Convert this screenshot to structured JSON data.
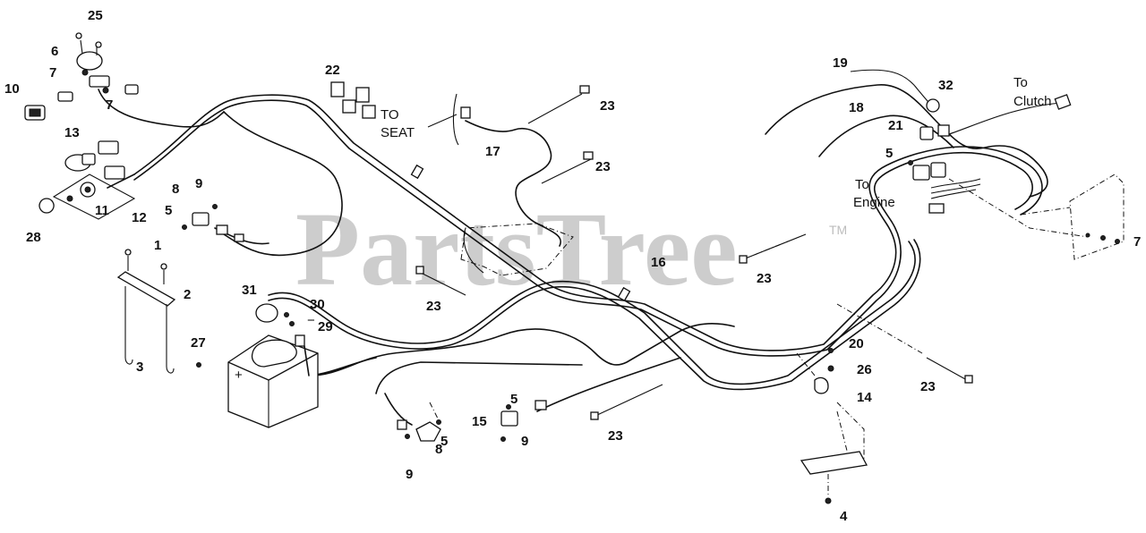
{
  "watermark": {
    "text": "PartsTree",
    "trademark": "TM"
  },
  "labels": {
    "to_seat_line1": "TO",
    "to_seat_line2": "SEAT",
    "to_clutch_line1": "To",
    "to_clutch_line2": "Clutch",
    "to_engine_line1": "To",
    "to_engine_line2": "Engine"
  },
  "callouts": {
    "c1": "1",
    "c2": "2",
    "c3": "3",
    "c4": "4",
    "c5a": "5",
    "c5b": "5",
    "c5c": "5",
    "c5d": "5",
    "c6": "6",
    "c7a": "7",
    "c7b": "7",
    "c7c": "7",
    "c8a": "8",
    "c8b": "8",
    "c9a": "9",
    "c9b": "9",
    "c9c": "9",
    "c10": "10",
    "c11": "11",
    "c12": "12",
    "c13": "13",
    "c14": "14",
    "c15": "15",
    "c16": "16",
    "c17": "17",
    "c18": "18",
    "c19": "19",
    "c20": "20",
    "c21": "21",
    "c22": "22",
    "c23a": "23",
    "c23b": "23",
    "c23c": "23",
    "c23d": "23",
    "c23e": "23",
    "c23f": "23",
    "c25": "25",
    "c26": "26",
    "c27": "27",
    "c28": "28",
    "c29": "29",
    "c30": "30",
    "c31": "31",
    "c32": "32"
  },
  "battery": {
    "plus_sign": "+",
    "minus_sign": "−"
  }
}
